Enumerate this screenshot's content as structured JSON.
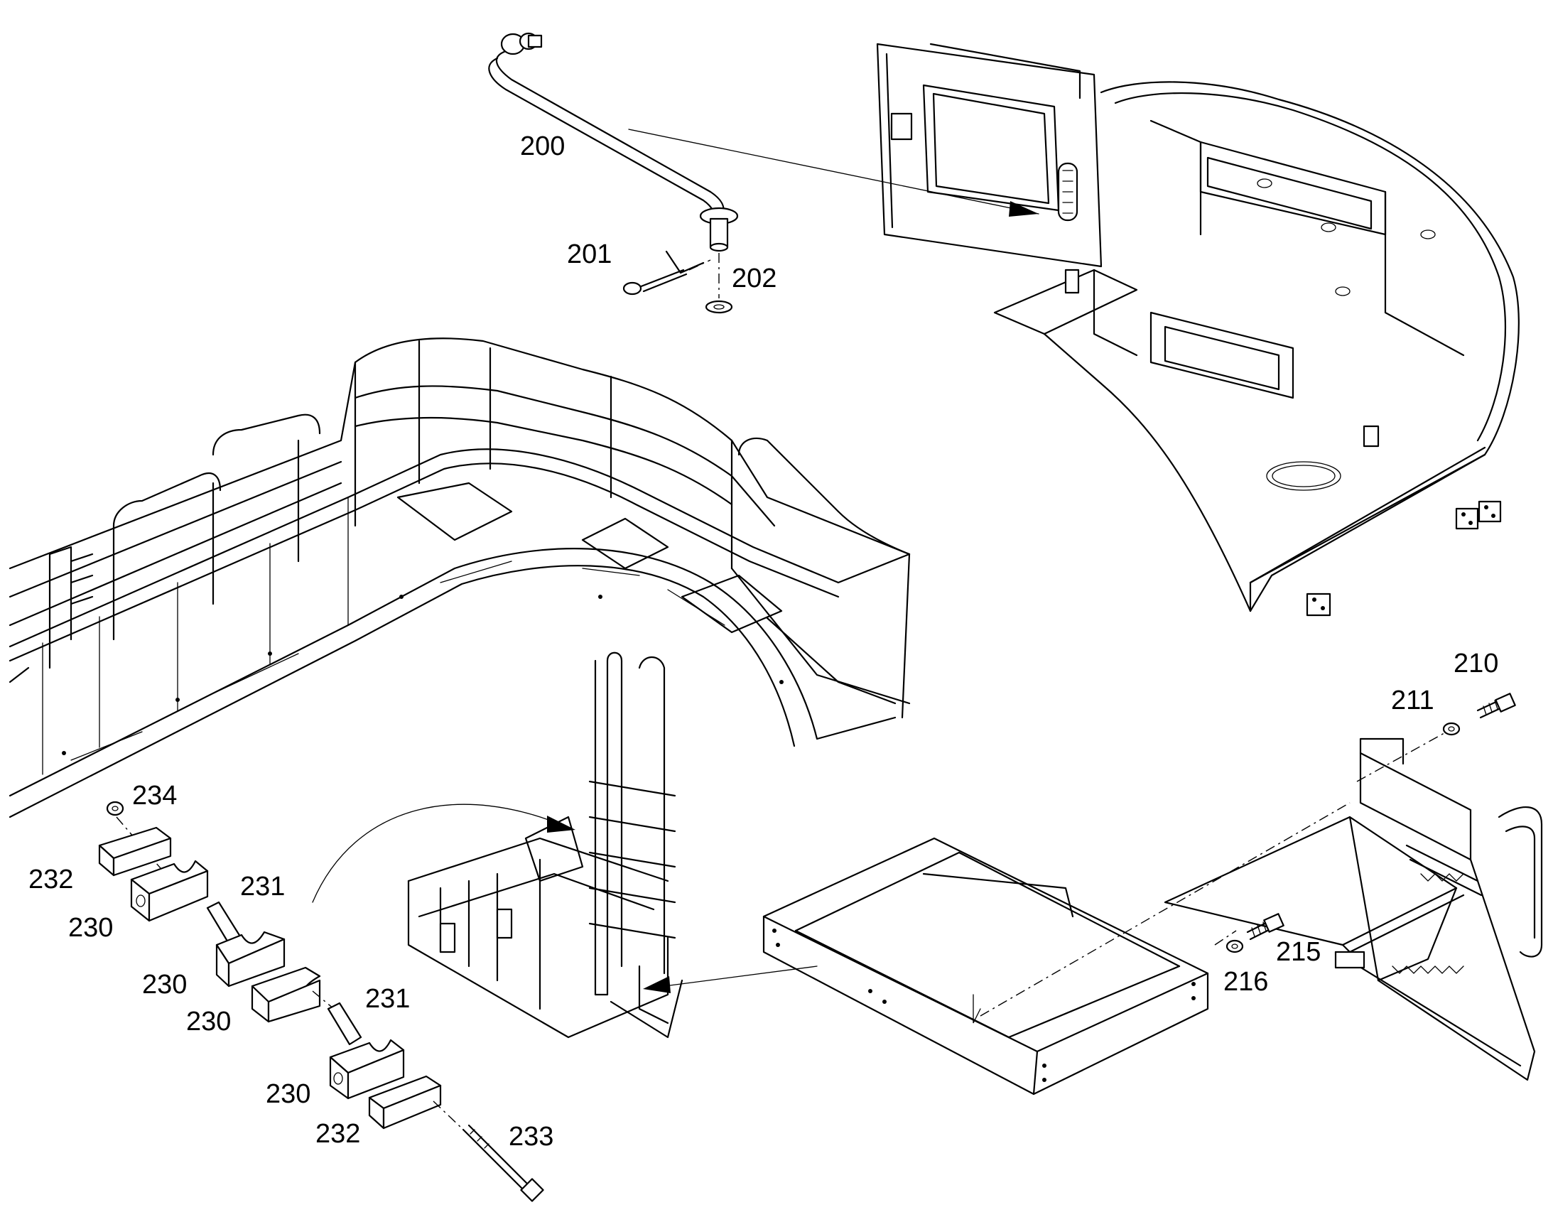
{
  "labels": {
    "p200": "200",
    "p201": "201",
    "p202": "202",
    "p210": "210",
    "p211": "211",
    "p215": "215",
    "p216": "216",
    "p230a": "230",
    "p230b": "230",
    "p230c": "230",
    "p230d": "230",
    "p231a": "231",
    "p231b": "231",
    "p232a": "232",
    "p232b": "232",
    "p233": "233",
    "p234": "234"
  }
}
